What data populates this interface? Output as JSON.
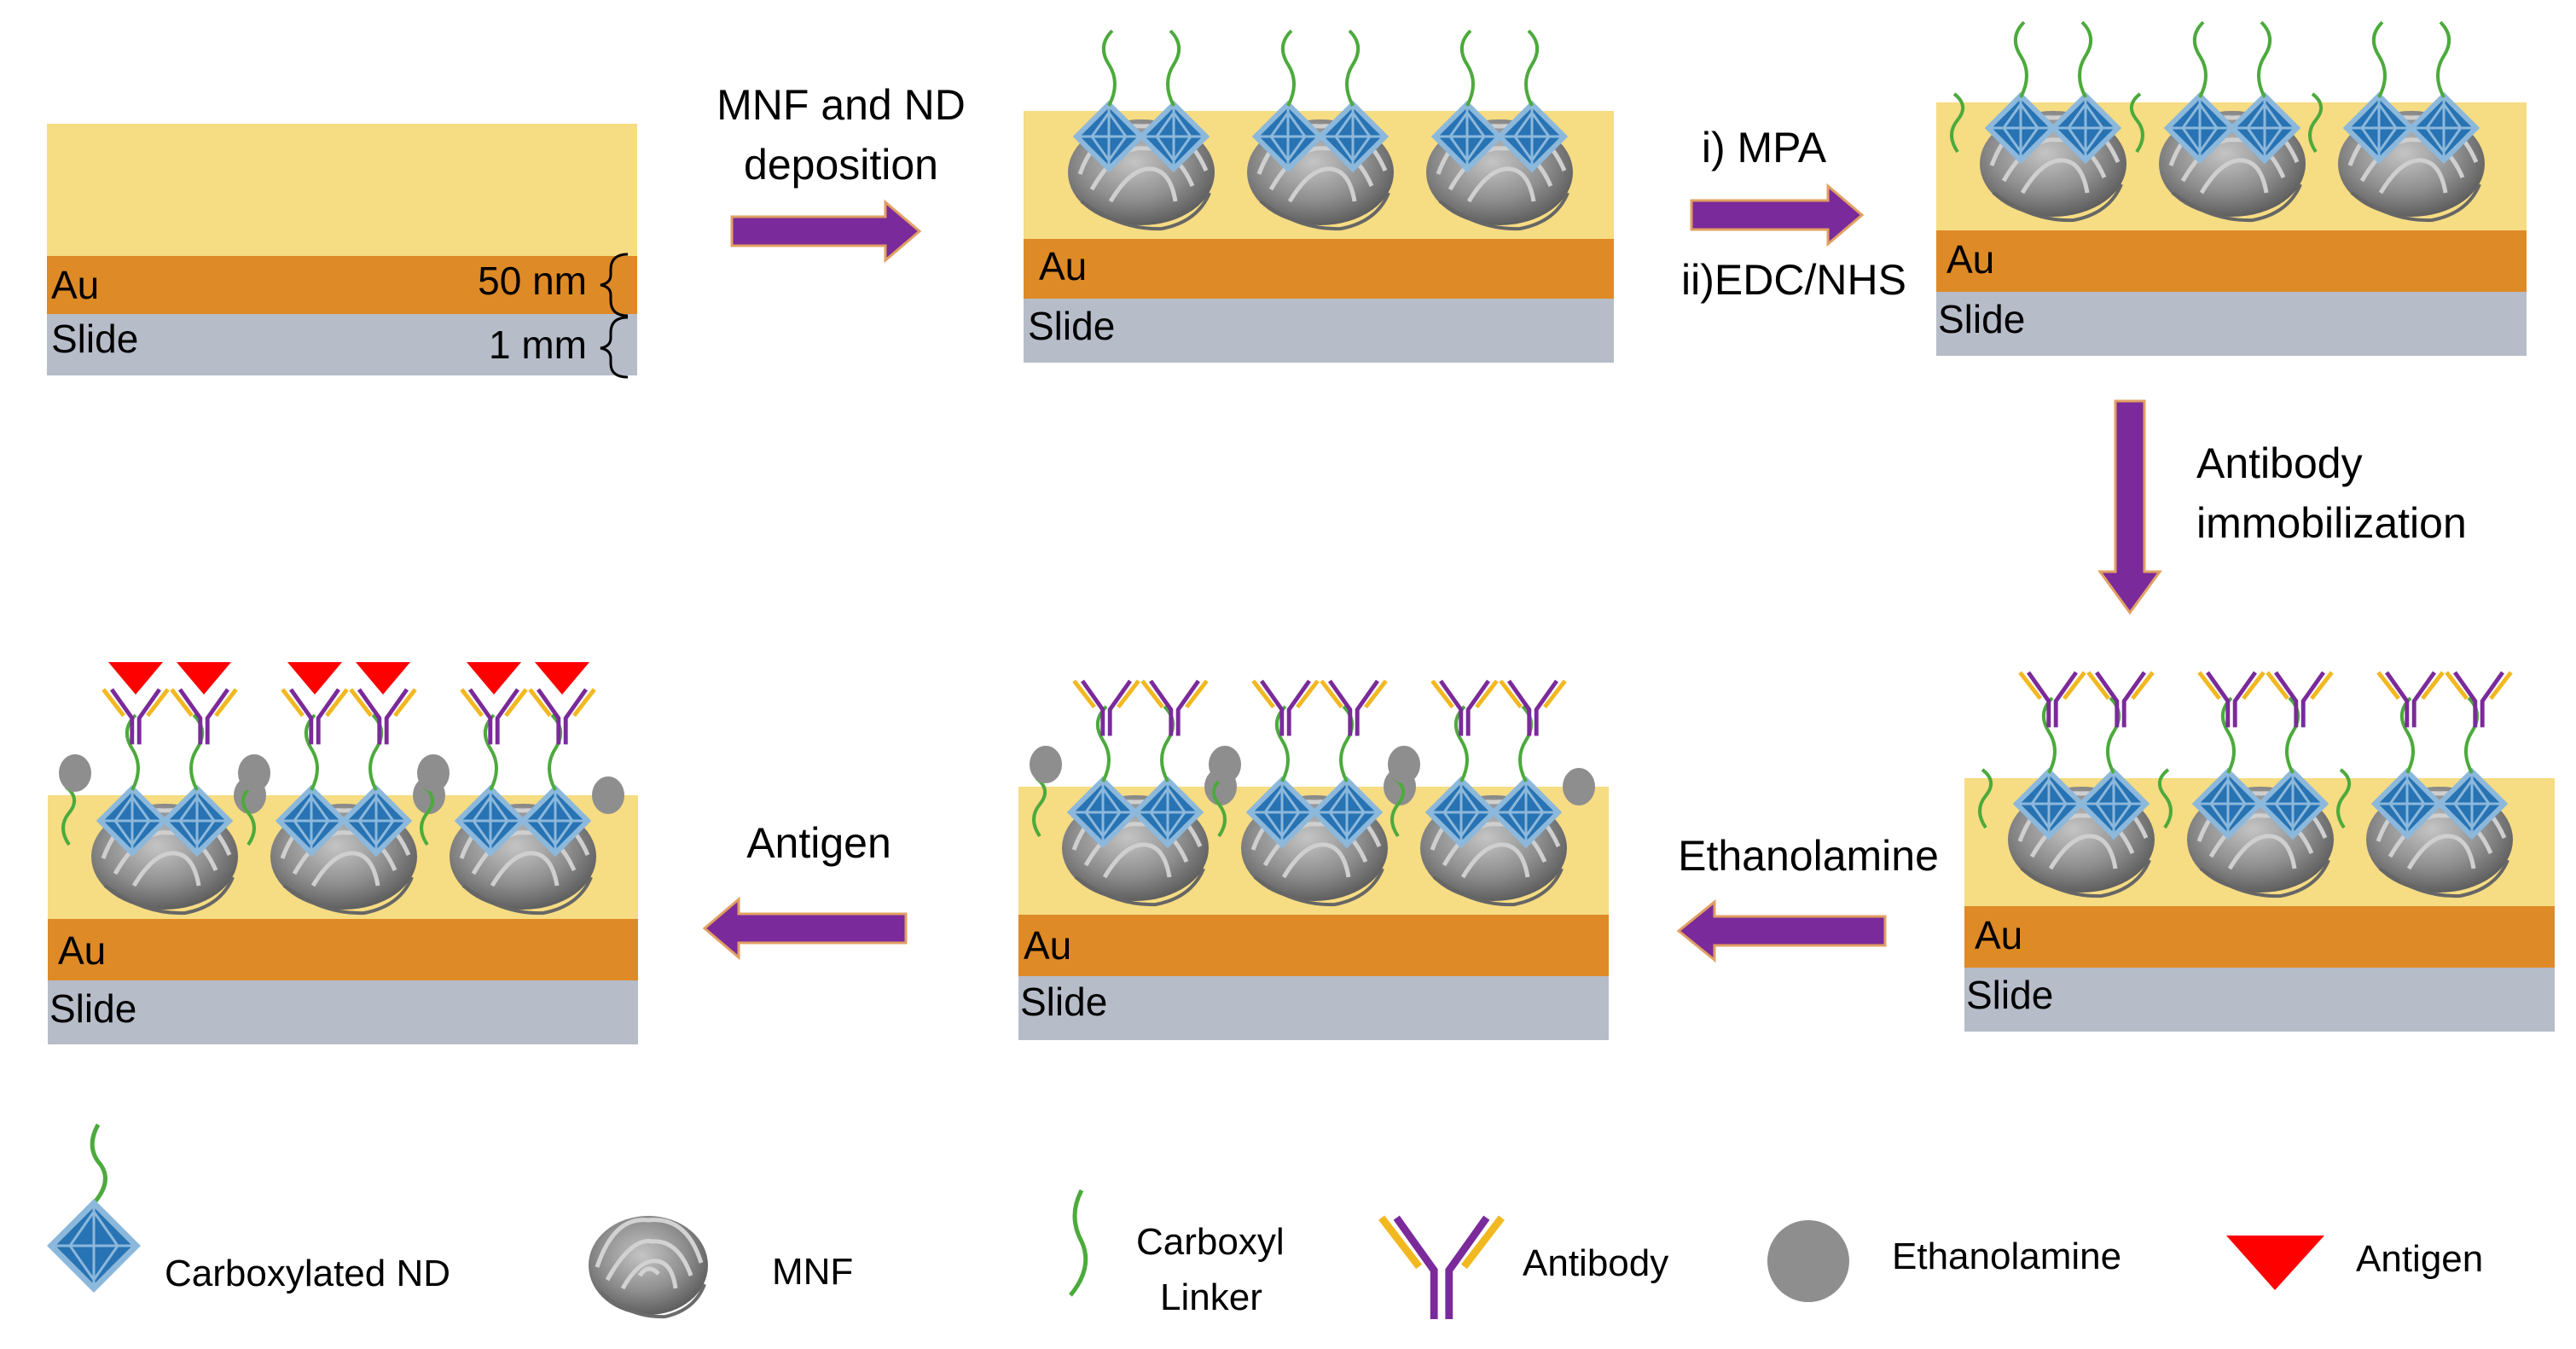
{
  "colors": {
    "au_film": "#f6dc83",
    "au_layer": "#de8a26",
    "slide": "#b6bcc8",
    "arrow": "#7a2a9a",
    "arrow_edge": "#e2a062",
    "linker": "#4caa3c",
    "nd_fill": "#2773b3",
    "nd_edge": "#8cb8dc",
    "mnf": "#8a8a8a",
    "antibody_main": "#7a2a9a",
    "antibody_tip": "#f2b820",
    "ethanolamine": "#8e8e8e",
    "antigen": "#ff0000"
  },
  "layers": {
    "au": "Au",
    "slide": "Slide",
    "au_thickness": "50 nm",
    "slide_thickness": "1 mm"
  },
  "steps": {
    "deposition_line1": "MNF and ND",
    "deposition_line2": "deposition",
    "activation_line1": "i) MPA",
    "activation_line2": "ii)EDC/NHS",
    "immobilization_line1": "Antibody",
    "immobilization_line2": "immobilization",
    "blocking": "Ethanolamine",
    "capture": "Antigen"
  },
  "legend": {
    "nd": "Carboxylated ND",
    "mnf": "MNF",
    "linker_line1": "Carboxyl",
    "linker_line2": "Linker",
    "antibody": "Antibody",
    "ethanolamine": "Ethanolamine",
    "antigen": "Antigen"
  },
  "icons": {
    "nd": "diamond-icon",
    "mnf": "rose-flower-icon",
    "linker": "wavy-linker-icon",
    "antibody": "y-antibody-icon",
    "ethanolamine": "gray-circle-icon",
    "antigen": "red-triangle-icon",
    "arrow": "block-arrow-icon"
  }
}
